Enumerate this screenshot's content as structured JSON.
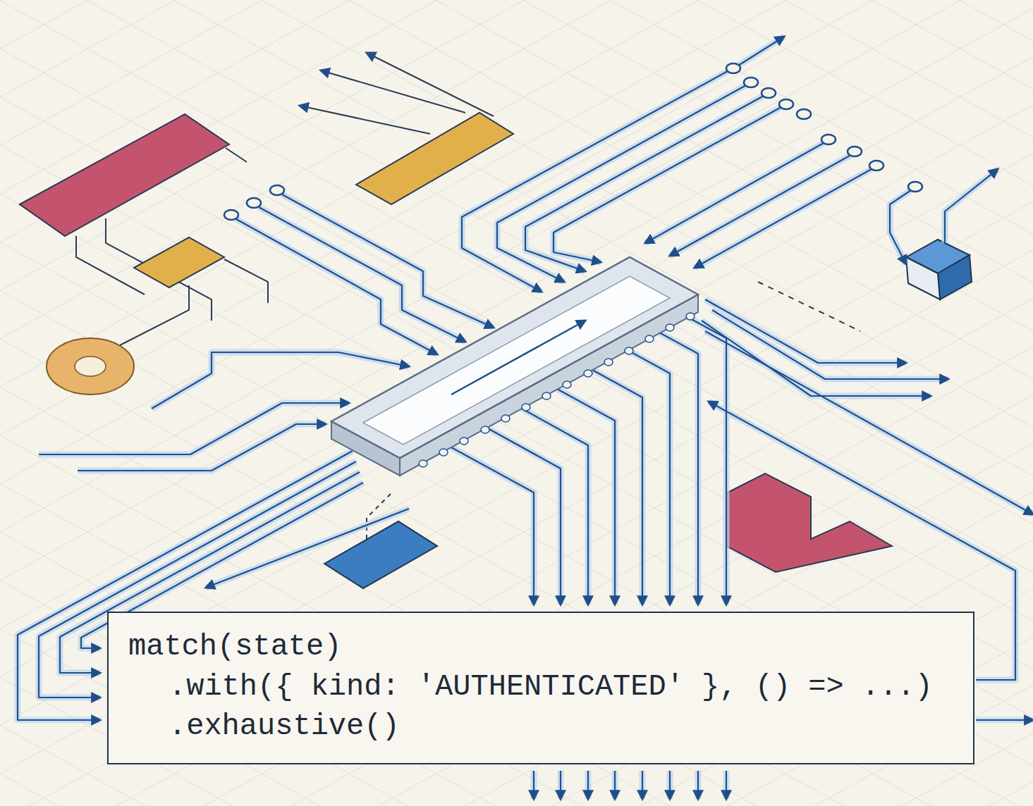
{
  "diagram": {
    "nodes": [
      {
        "text": [
          "match(state)",
          ".with({ kind: 'AUTHENTICATED' }, () => ...)",
          ".exhaustive()"
        ]
      }
    ]
  }
}
